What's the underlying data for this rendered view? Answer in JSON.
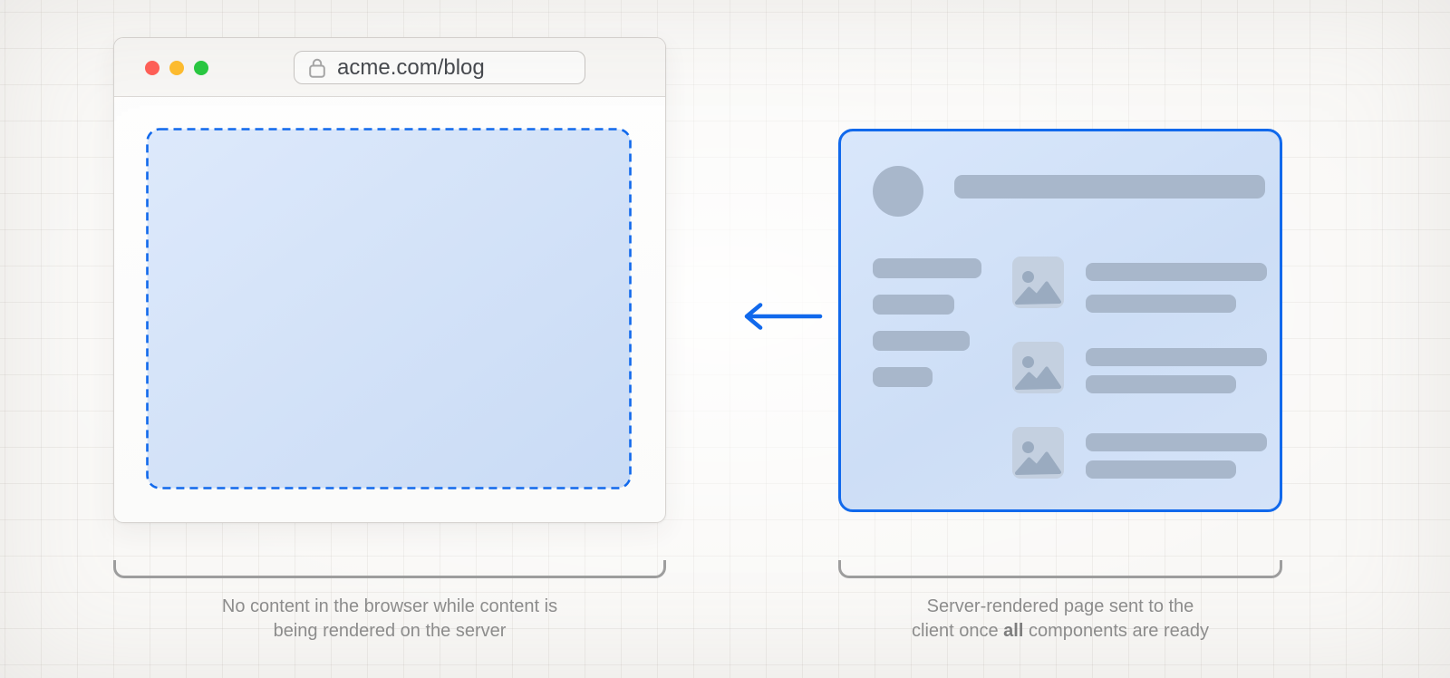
{
  "browser": {
    "url": "acme.com/blog",
    "traffic_lights": [
      "close",
      "minimize",
      "zoom"
    ],
    "content_area": "empty (awaiting server-rendered content)"
  },
  "server_card": {
    "skeleton": {
      "has_avatar": true,
      "has_header_bar": true,
      "nav_bar_count": 4,
      "article_row_count": 3,
      "article_row_parts": [
        "image-placeholder",
        "long-bar",
        "short-bar"
      ]
    }
  },
  "arrow": {
    "direction": "left",
    "meaning": "page sent from server to client"
  },
  "captions": {
    "left": {
      "line1": "No content in the browser while content is",
      "line2": "being rendered on the server"
    },
    "right": {
      "line1": "Server-rendered page sent to the",
      "line2_prefix": "client once ",
      "line2_bold": "all",
      "line2_suffix": " components are ready"
    }
  },
  "icons": [
    "lock-icon",
    "photo-icon",
    "arrow-left-icon"
  ],
  "colors": {
    "accent_blue": "#1169ec",
    "skeleton_gray_blue": "#a8b7cb",
    "placeholder_bg": "#c4d0e0",
    "placeholder_icon": "#9aabc0",
    "bracket_gray": "#9e9e9e",
    "caption_gray": "#8d8d8d",
    "url_text": "#46494e",
    "lock_gray": "#a6a6a6",
    "traffic_red": "#ff5f57",
    "traffic_yellow": "#febc2e",
    "traffic_green": "#28c840"
  }
}
